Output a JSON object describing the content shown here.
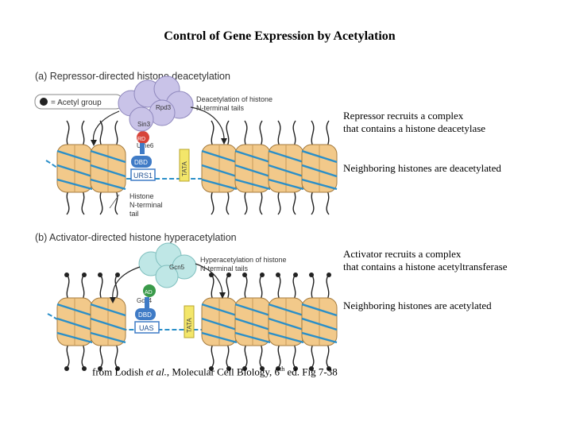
{
  "title": "Control of Gene Expression by Acetylation",
  "panel_a": {
    "heading": "(a)  Repressor-directed histone deacetylation",
    "legend": "= Acetyl group",
    "labels": {
      "rpd3": "Rpd3",
      "sin3": "Sin3",
      "rd": "RD",
      "ume6": "Ume6",
      "dbd": "DBD",
      "site": "URS1",
      "tata": "TATA",
      "process1": "Deacetylation of histone",
      "process2": "N-terminal tails",
      "histone1": "Histone",
      "histone2": "N-terminal",
      "histone3": "tail"
    },
    "notes": {
      "recruit1": "Repressor recruits a complex",
      "recruit2": "that contains a histone deacetylase",
      "result": "Neighboring histones are deacetylated"
    }
  },
  "panel_b": {
    "heading": "(b)  Activator-directed histone hyperacetylation",
    "labels": {
      "gcn5": "Gcn5",
      "ad": "AD",
      "gcn4": "Gcn4",
      "dbd": "DBD",
      "site": "UAS",
      "tata": "TATA",
      "process1": "Hyperacetylation of histone",
      "process2": "N-terminal tails"
    },
    "notes": {
      "recruit1": "Activator recruits a complex",
      "recruit2": "that contains a histone acetyltransferase",
      "result": "Neighboring histones are acetylated"
    }
  },
  "citation": {
    "prefix": "from Lodish ",
    "etal": "et al.",
    "middle": ", Molecular Cell Biology, 6",
    "sup": "th",
    "suffix": " ed. Fig 7-38"
  },
  "colors": {
    "nucleosome": "#f2c98a",
    "dna": "#2a8fc9",
    "tata_box": "#f3e66a",
    "dbd": "#3f7bc6",
    "rd": "#d7443a",
    "ad": "#3a9a4a",
    "hdac_complex": "#c9c3e8",
    "hat_complex": "#bfe7e6"
  }
}
